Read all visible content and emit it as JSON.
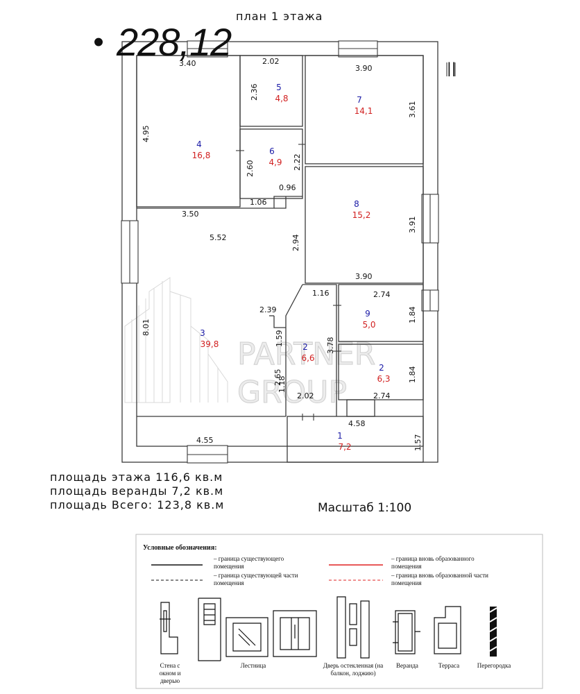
{
  "plan_title": "план 1 этажа",
  "total_area": "228,12",
  "bullet": "•",
  "rooms": [
    {
      "num": "1",
      "area": "7,2"
    },
    {
      "num": "2",
      "area": "6,6"
    },
    {
      "num": "2",
      "area": "6,3"
    },
    {
      "num": "3",
      "area": "39,8"
    },
    {
      "num": "4",
      "area": "16,8"
    },
    {
      "num": "5",
      "area": "4,8"
    },
    {
      "num": "6",
      "area": "4,9"
    },
    {
      "num": "7",
      "area": "14,1"
    },
    {
      "num": "8",
      "area": "15,2"
    },
    {
      "num": "9",
      "area": "5,0"
    }
  ],
  "dimensions": [
    "3.40",
    "4.95",
    "2.02",
    "2.36",
    "3.90",
    "3.61",
    "2.60",
    "2.22",
    "0.96",
    "1.06",
    "3.50",
    "5.52",
    "2.94",
    "3.91",
    "3.90",
    "1.16",
    "2.74",
    "1.84",
    "2.39",
    "8.01",
    "1.59",
    "3.78",
    "1.18",
    "2.65",
    "2.02",
    "2.74",
    "1.84",
    "4.58",
    "1.57",
    "4.55"
  ],
  "area_lines": [
    "площадь этажа 116,6 кв.м",
    "площадь веранды 7,2 кв.м",
    "площадь Всего: 123,8 кв.м"
  ],
  "scale": "Масштаб 1:100",
  "watermark": [
    "PARTNER",
    "GROUP"
  ],
  "legend": {
    "title": "Условные обозначения:",
    "items": [
      "– граница существующего помещения",
      "– граница существующей части помещения",
      "– граница вновь образованного помещения",
      "– граница вновь образованной части помещения"
    ],
    "captions": [
      "Стена с окном и дверью",
      "Лестница",
      "Дверь остекленная (на балкон, лоджию)",
      "Веранда",
      "Терраса",
      "Перегородка"
    ]
  },
  "colors": {
    "wall": "#3a3a3a",
    "room_number": "#1a1aa6",
    "room_area": "#d11f1f",
    "new_boundary": "#e02020"
  }
}
